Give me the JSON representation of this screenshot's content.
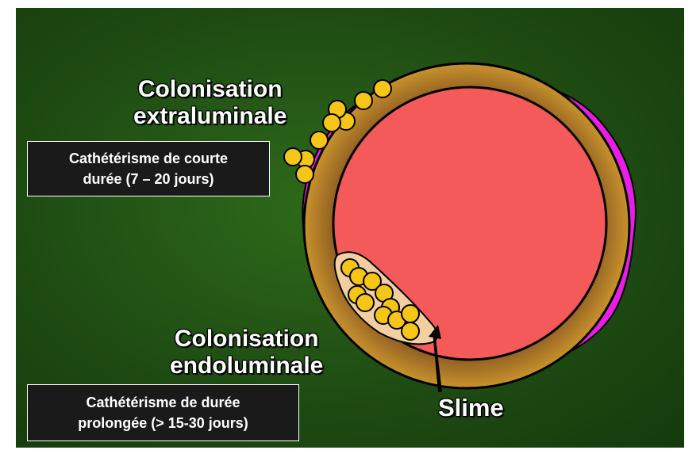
{
  "labels": {
    "extraluminal_line1": "Colonisation",
    "extraluminal_line2": "extraluminale",
    "endoluminal_line1": "Colonisation",
    "endoluminal_line2": "endoluminale",
    "slime": "Slime"
  },
  "boxes": {
    "short_term_line1": "Cathétérisme de courte",
    "short_term_line2": "durée (7 – 20 jours)",
    "long_term_line1": "Cathétérisme de durée",
    "long_term_line2": "prolongée (> 15-30 jours)"
  },
  "colors": {
    "background": "#1f4c13",
    "catheter_wall": "#a8782a",
    "lumen": "#f45a5a",
    "biofilm_outer": "#e81ee8",
    "biofilm_inner": "#f1cfa0",
    "bacteria": "#f5c518"
  }
}
